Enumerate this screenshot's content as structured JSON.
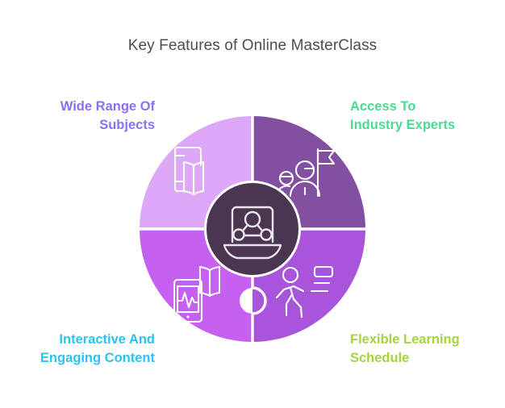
{
  "page": {
    "background": "#ffffff",
    "title": "Key Features of Online MasterClass",
    "title_color": "#4d4d4d"
  },
  "diagram": {
    "type": "four-piece-puzzle-circle",
    "center": {
      "icon": "laptop-network-icon",
      "fill": "#4a3650",
      "ring": "#ffffff",
      "icon_stroke": "#e9e4ee"
    },
    "segments": [
      {
        "position": "top-left",
        "label": "Wide Range Of\nSubjects",
        "label_color": "#8c6ff7",
        "fill": "#dda8f7",
        "icon": "books-icon"
      },
      {
        "position": "top-right",
        "label": "Access To\nIndustry Experts",
        "label_color": "#4cd992",
        "fill": "#834fa0",
        "icon": "people-flag-icon"
      },
      {
        "position": "bottom-left",
        "label": "Interactive And\nEngaging Content",
        "label_color": "#2cc3f0",
        "fill": "#c660f0",
        "icon": "phone-pulse-book-icon"
      },
      {
        "position": "bottom-right",
        "label": "Flexible Learning\nSchedule",
        "label_color": "#a5d341",
        "fill": "#a855db",
        "icon": "running-person-icon"
      }
    ]
  }
}
